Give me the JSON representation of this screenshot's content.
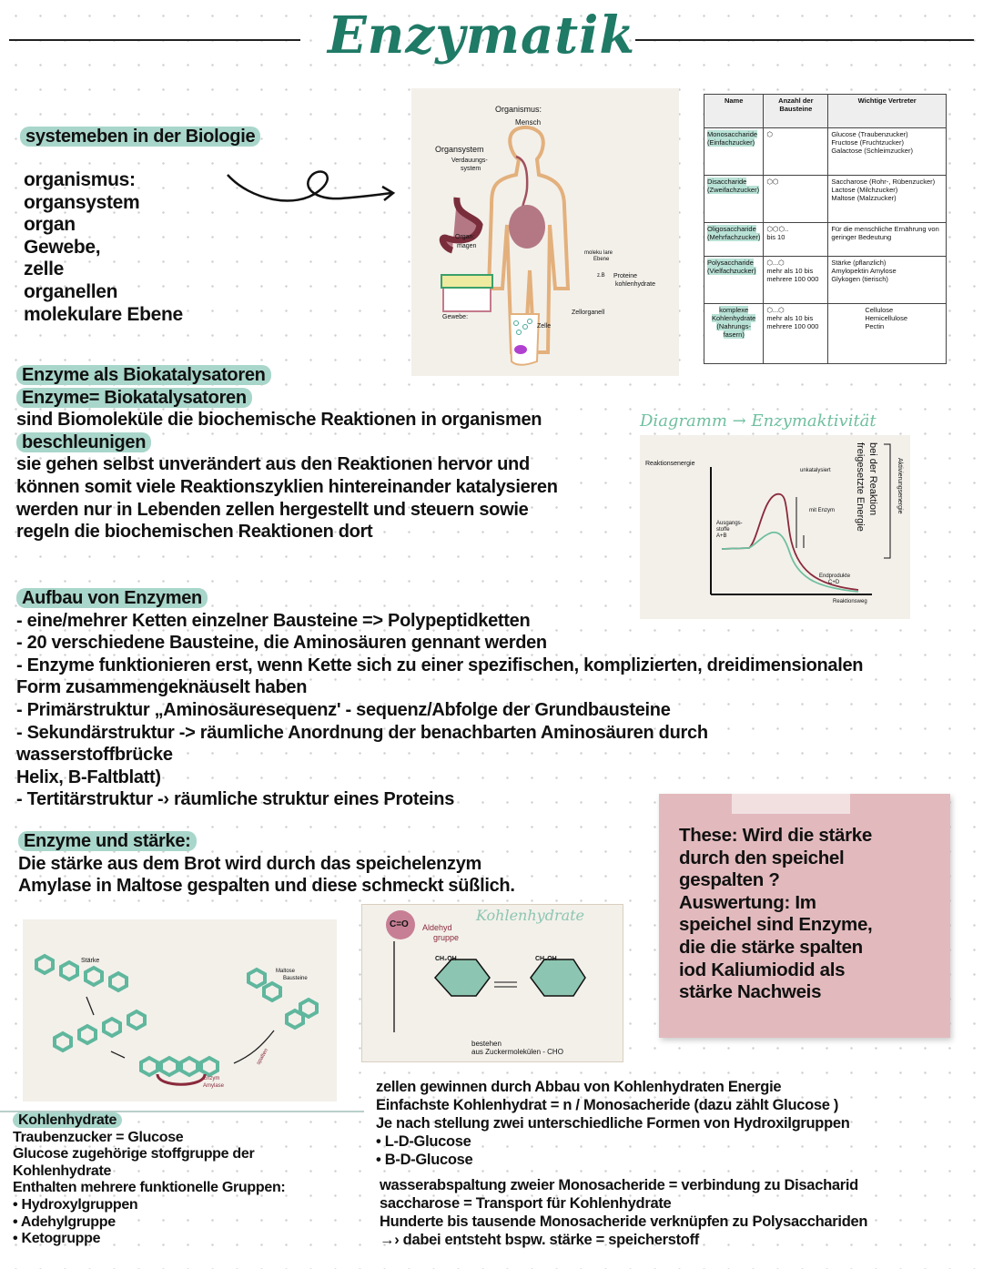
{
  "title": "Enzymatik",
  "systemebenen": {
    "heading": "systemeben in der Biologie",
    "items": [
      "organismus:",
      "organsystem",
      "organ",
      "Gewebe,",
      "zelle",
      "organellen",
      "molekulare Ebene"
    ]
  },
  "figure_organism": {
    "labels": [
      "Organismus:",
      "Mensch",
      "Organsystem",
      "Verdauungs-",
      "system",
      "Organ:",
      "magen",
      "moleku lare",
      "Ebene",
      "z.B",
      "Proteine",
      "kohlenhydrate",
      "Gewebe:",
      "Zelle",
      "Zellorganell"
    ]
  },
  "table": {
    "headers": [
      "Name",
      "Anzahl der Bausteine",
      "Wichtige Vertreter"
    ],
    "rows": [
      {
        "name": [
          "Monosaccharide",
          "(Einfachzucker)"
        ],
        "count": "",
        "examples": [
          "Glucose (Traubenzucker)",
          "Fructose (Fruchtzucker)",
          "Galactose (Schleimzucker)"
        ]
      },
      {
        "name": [
          "Disaccharide",
          "(Zweifachzucker)"
        ],
        "count": "",
        "examples": [
          "Saccharose (Rohr-, Rübenzucker)",
          "Lactose (Milchzucker)",
          "Maltose (Malzzucker)"
        ]
      },
      {
        "name": [
          "Oligosaccharide",
          "(Mehrfachzucker)"
        ],
        "count": "bis 10",
        "examples": [
          "Für die menschliche Ernährung von geringer Bedeutung"
        ]
      },
      {
        "name": [
          "Polysaccharide",
          "(Vielfachzucker)"
        ],
        "count": "mehr als 10 bis mehrere 100 000",
        "examples": [
          "Stärke (pflanzlich)",
          "Amylopektin",
          "Amylose",
          "Glykogen (tierisch)"
        ]
      },
      {
        "name": [
          "komplexe",
          "Kohlenhydrate",
          "(Nahrungs-",
          "fasern)"
        ],
        "count": "mehr als 10 bis mehrere 100 000",
        "examples": [
          "Cellulose",
          "Hemicellulose",
          "Pectin"
        ]
      }
    ]
  },
  "biokatalysatoren": {
    "heading": "Enzyme als Biokatalysatoren",
    "lines": [
      "Enzyme= Biokatalysatoren",
      "sind Biomoleküle die biochemische Reaktionen in organismen",
      "beschleunigen",
      "sie gehen selbst unverändert aus den Reaktionen hervor und",
      "können somit viele Reaktionszyklien hintereinander katalysieren",
      "werden nur in Lebenden zellen hergestellt und steuern sowie",
      "regeln die biochemischen Reaktionen dort"
    ]
  },
  "diagram": {
    "title": "Diagramm → Enzymaktivität",
    "ylabel": "Reaktionsenergie",
    "xlabel": "Reaktionsweg",
    "start": [
      "Ausgangs-",
      "stoffe",
      "A+B"
    ],
    "end": [
      "Endprodukte",
      "C+D"
    ],
    "uncat": "unkatalysiert",
    "cat": "mit Enzym",
    "bracket": [
      "bei der Reaktion",
      "freigesetzte Energie"
    ],
    "side": "Aktivierungsenergie",
    "colors": {
      "uncatalyzed": "#8a2a3c",
      "catalyzed": "#6fbf9f"
    }
  },
  "aufbau": {
    "heading": "Aufbau von Enzymen",
    "lines": [
      "- eine/mehrer Ketten einzelner Bausteine => Polypeptidketten",
      "- 20 verschiedene Bausteine, die Aminosäuren gennant werden",
      "- Enzyme funktionieren erst, wenn Kette sich zu einer spezifischen, komplizierten, dreidimensionalen",
      "Form zusammengeknäuselt haben",
      "- Primärstruktur „Aminosäuresequenz' - sequenz/Abfolge der Grundbausteine",
      "- Sekundärstruktur -> räumliche Anordnung der benachbarten Aminosäuren durch",
      "wasserstoffbrücke",
      "Helix, B-Faltblatt)",
      "- Tertitärstruktur -› räumliche struktur eines Proteins"
    ]
  },
  "note": {
    "lines": [
      "These: Wird die stärke",
      "durch den speichel",
      "gespalten ?",
      "Auswertung: Im",
      "speichel sind Enzyme,",
      "die die stärke spalten",
      "iod Kaliumiodid als",
      "stärke Nachweis"
    ]
  },
  "staerke": {
    "heading": "Enzyme und stärke:",
    "lines": [
      "Die stärke aus dem Brot wird durch das speichelenzym",
      "Amylase in Maltose gespalten und diese schmeckt süßlich."
    ]
  },
  "figure_starch": {
    "labels": [
      "Stärke",
      "Maltose",
      "Bausteine",
      "Enzym",
      "Amylase",
      "spalten"
    ]
  },
  "figure_chem": {
    "title": "Kohlenhydrate",
    "labels": [
      "Aldehyd",
      "gruppe",
      "bestehen",
      "aus Zuckermolekülen - CHO",
      "CH₂OH"
    ]
  },
  "kohlenhydrate": {
    "heading": "Kohlenhydrate",
    "lines": [
      "Traubenzucker = Glucose",
      "Glucose zugehörige stoffgruppe der",
      "Kohlenhydrate",
      "Enthalten mehrere funktionelle Gruppen:",
      "• Hydroxylgruppen",
      "• Adehylgruppe",
      "• Ketogruppe"
    ]
  },
  "energie": {
    "lines": [
      "zellen gewinnen durch Abbau von Kohlenhydraten Energie",
      "Einfachste Kohlenhydrat = n / Monosacheride (dazu zählt Glucose )",
      "Je nach stellung zwei unterschiedliche Formen von Hydroxilgruppen",
      "• L-D-Glucose",
      "• B-D-Glucose"
    ],
    "lines2": [
      "wasserabspaltung zweier Monosacheride = verbindung zu Disacharid",
      "saccharose = Transport für Kohlenhydrate",
      "Hunderte bis tausende Monosacheride verknüpfen zu Polysacchariden",
      "→› dabei entsteht bspw. stärke =  speicherstoff"
    ]
  },
  "colors": {
    "accent": "#1f7a66",
    "highlight": "#a9d6ca",
    "note": "#e2babd"
  }
}
